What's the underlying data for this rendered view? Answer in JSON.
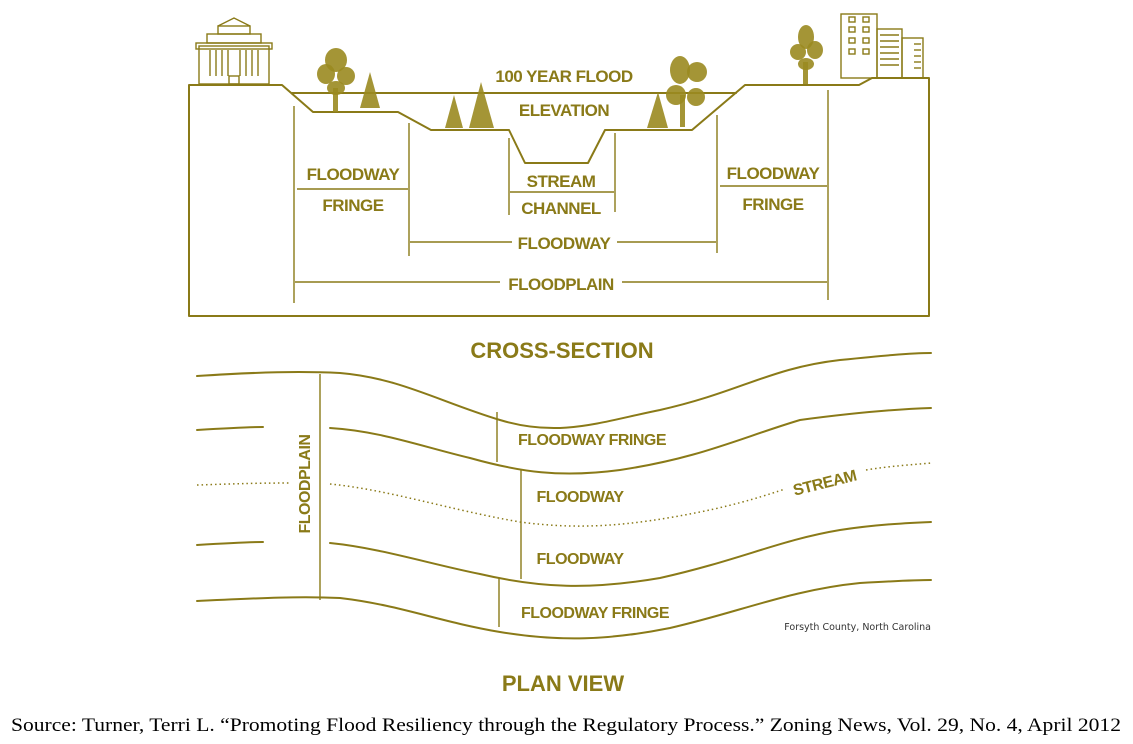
{
  "cross_section": {
    "title": "CROSS-SECTION",
    "flood_label_line1": "100 YEAR FLOOD",
    "flood_label_line2": "ELEVATION",
    "left_fringe_line1": "FLOODWAY",
    "left_fringe_line2": "FRINGE",
    "right_fringe_line1": "FLOODWAY",
    "right_fringe_line2": "FRINGE",
    "channel_line1": "STREAM",
    "channel_line2": "CHANNEL",
    "floodway_label": "FLOODWAY",
    "floodplain_label": "FLOODPLAIN"
  },
  "plan_view": {
    "title": "PLAN VIEW",
    "floodplain_label": "FLOODPLAIN",
    "upper_fringe_label": "FLOODWAY FRINGE",
    "upper_floodway_label": "FLOODWAY",
    "lower_floodway_label": "FLOODWAY",
    "lower_fringe_label": "FLOODWAY FRINGE",
    "stream_label": "STREAM",
    "credit": "Forsyth County, North Carolina"
  },
  "source_citation": "Source: Turner, Terri L. “Promoting Flood Resiliency through the Regulatory Process.” Zoning News, Vol. 29, No. 4, April 2012",
  "colors": {
    "line": "#8a7a18",
    "background": "#ffffff"
  }
}
